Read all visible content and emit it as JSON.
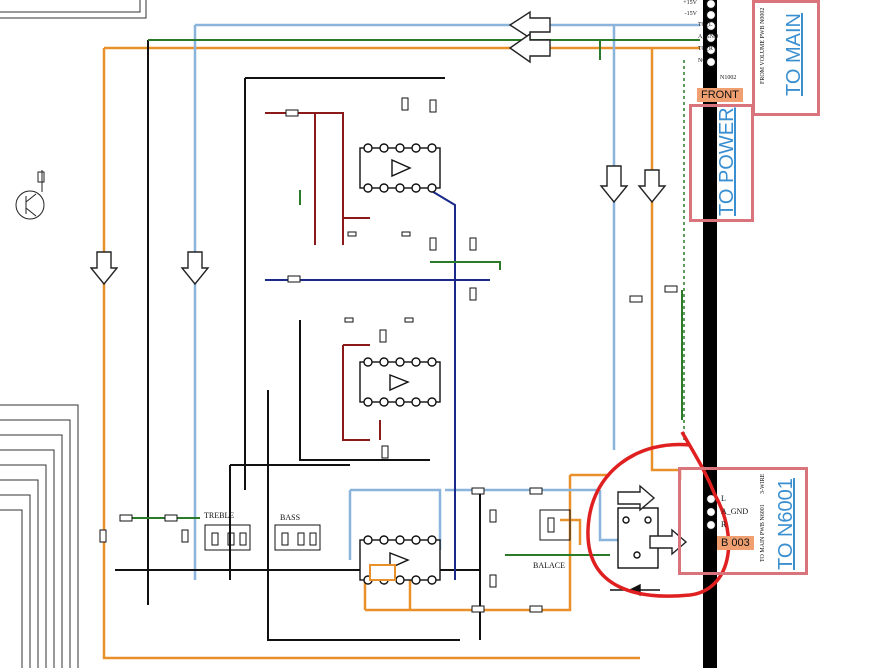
{
  "connectors": {
    "top_pins": [
      "+15V",
      "-15V",
      "TO_L",
      "A_GND",
      "TO_R",
      "NC"
    ],
    "top_id": "N1002",
    "top_from": "FROM VOLUME PWB N0002",
    "front_badge": "FRONT",
    "bottom_pins": [
      "L",
      "A_GND",
      "R"
    ],
    "bottom_id_badge": "B 003",
    "bottom_to": "TO MAIN PWB N6001",
    "bottom_cable": "3-WIRE"
  },
  "annotations": {
    "to_main": "TO MAIN",
    "to_power": "TO POWER",
    "to_n6001": "TO N6001"
  },
  "labels": {
    "treble": "TREBLE",
    "bass": "BASS",
    "balace": "BALACE"
  },
  "colors": {
    "orange": "#e8902a",
    "blue": "#8ab4dc",
    "dark_blue": "#1a2a8a",
    "red": "#8b1a1a",
    "green": "#2a7a2a",
    "annotation_red": "#e02020",
    "link_blue": "#3a8fd0",
    "box_pink": "#d9737c"
  }
}
